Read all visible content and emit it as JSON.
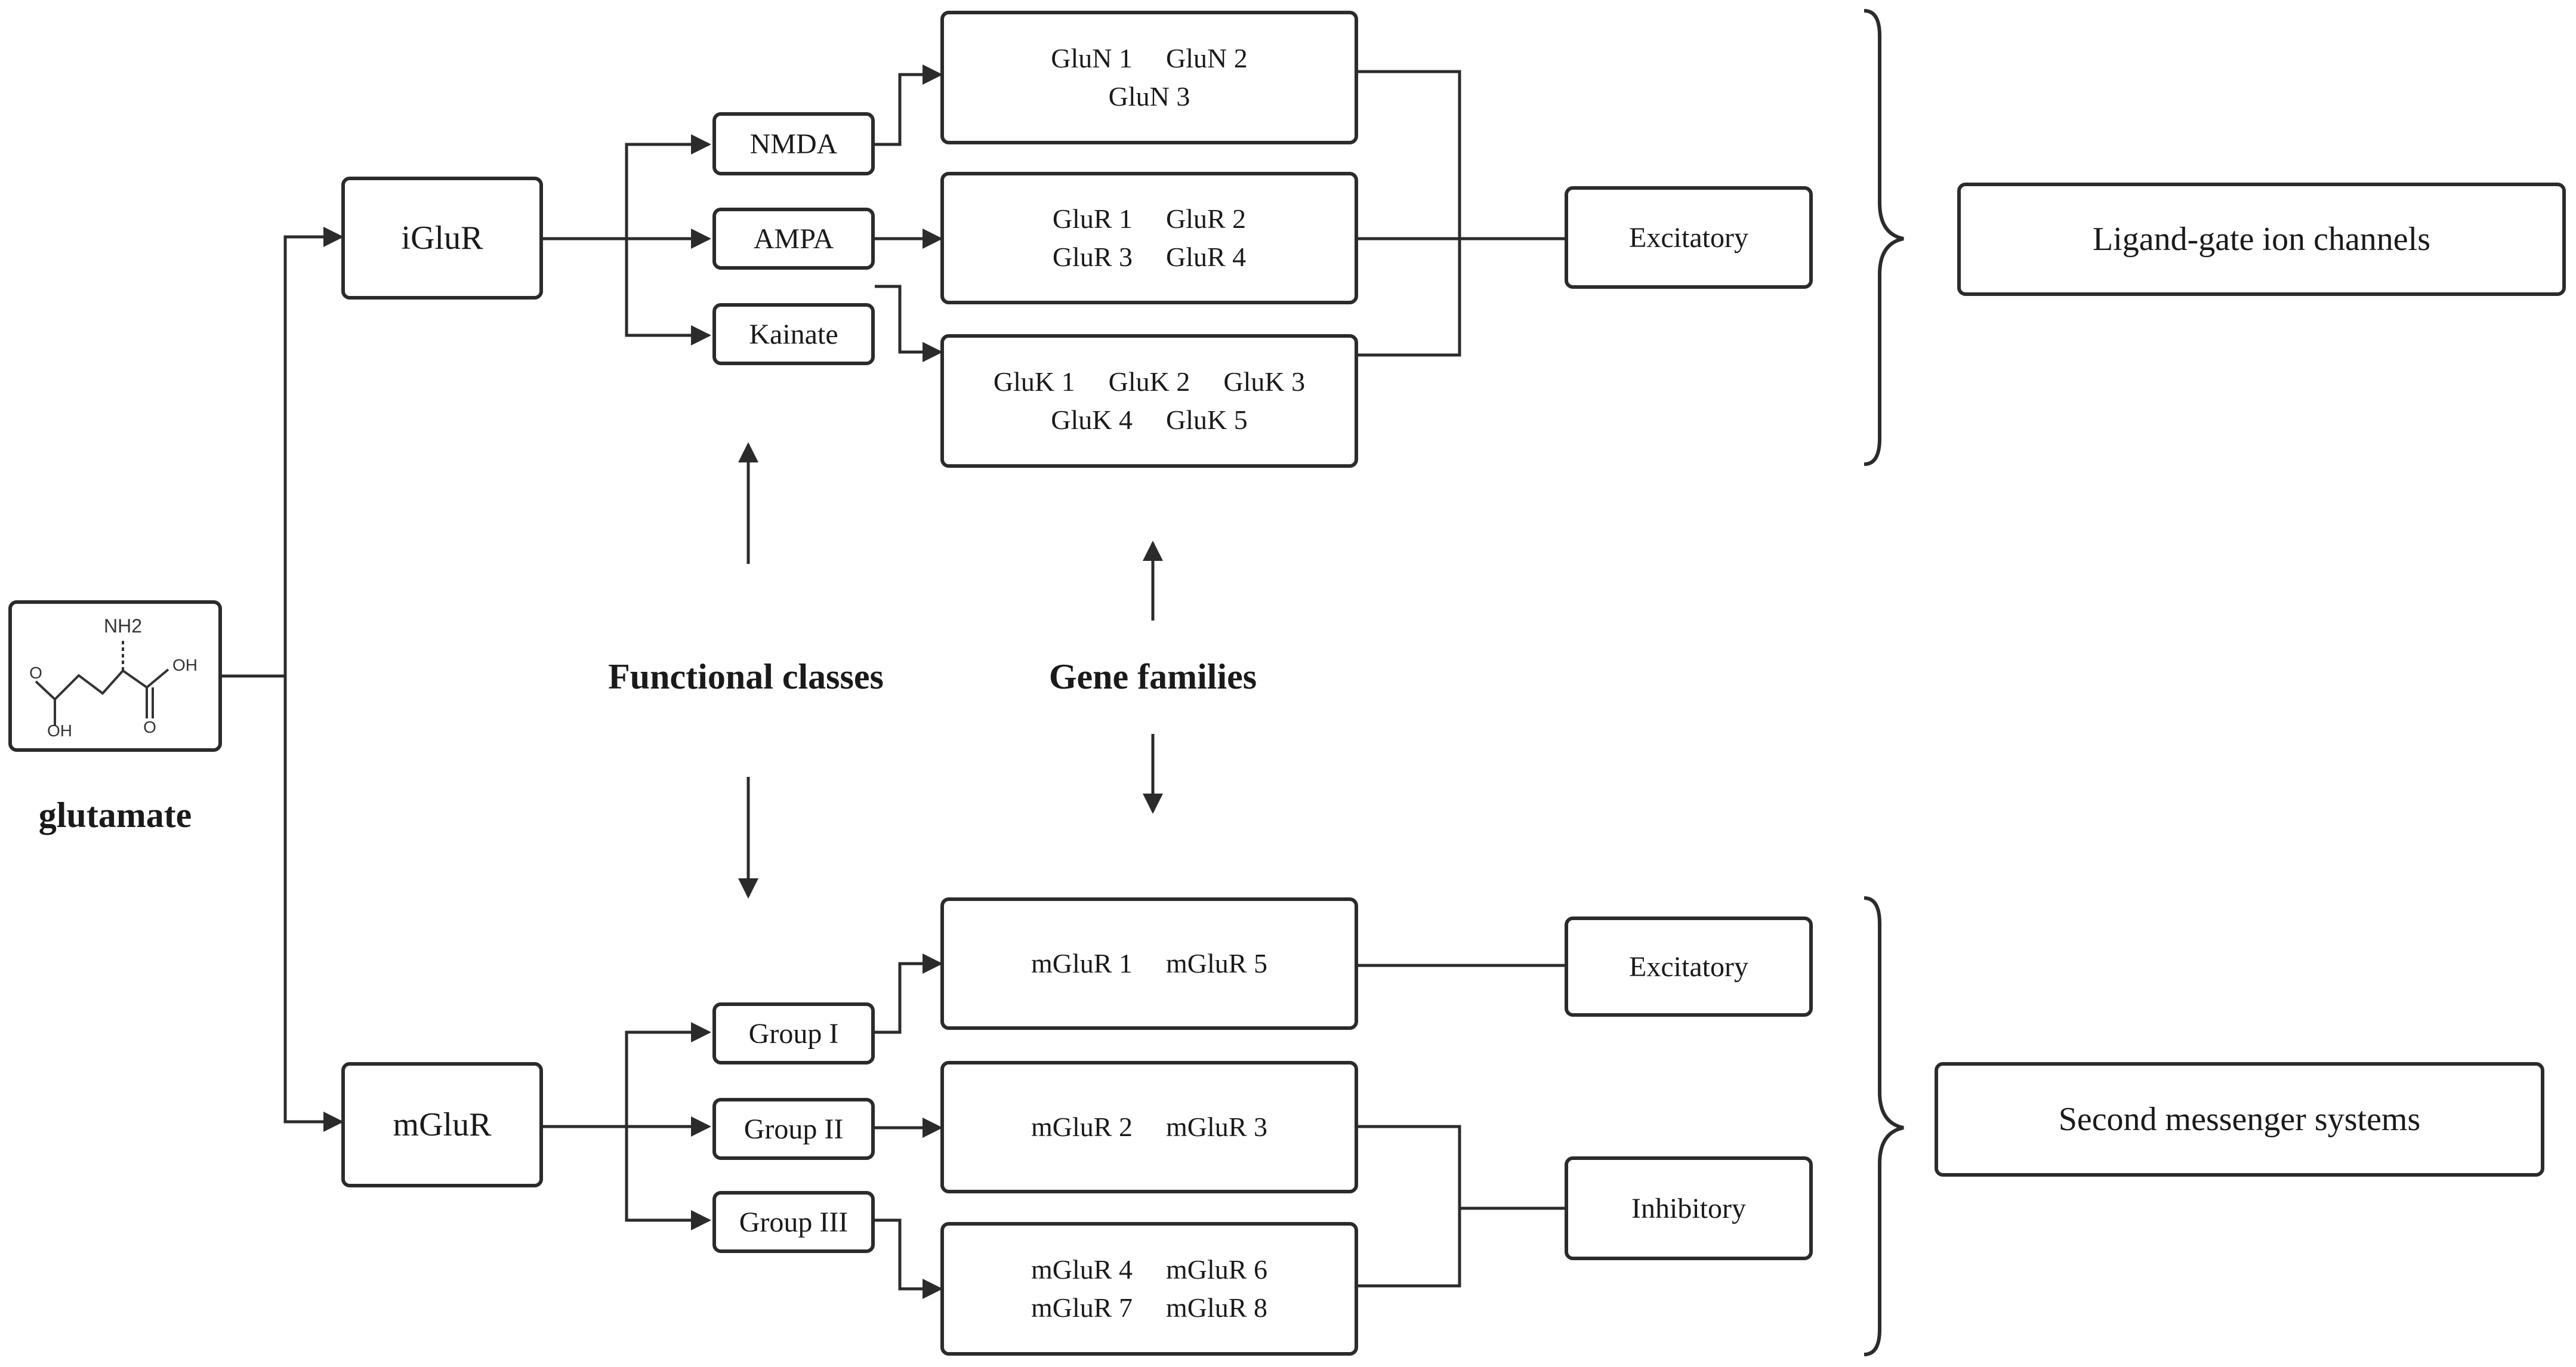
{
  "molecule": {
    "name": "glutamate",
    "atoms": {
      "amine": "NH2",
      "acid_right": "OH",
      "acid_left": "OH",
      "oxo_right": "O",
      "oxo_left": "O"
    }
  },
  "receptors": {
    "ionotropic": "iGluR",
    "metabotropic": "mGluR"
  },
  "functional_classes": {
    "iglur": [
      "NMDA",
      "AMPA",
      "Kainate"
    ],
    "mglur": [
      "Group I",
      "Group II",
      "Group III"
    ]
  },
  "gene_families": {
    "nmda": [
      [
        "GluN 1",
        "GluN 2"
      ],
      [
        "GluN 3"
      ]
    ],
    "ampa": [
      [
        "GluR 1",
        "GluR 2"
      ],
      [
        "GluR 3",
        "GluR 4"
      ]
    ],
    "kainate": [
      [
        "GluK 1",
        "GluK 2",
        "GluK 3"
      ],
      [
        "GluK 4",
        "GluK 5"
      ]
    ],
    "group1": [
      [
        "mGluR 1",
        "mGluR 5"
      ]
    ],
    "group2": [
      [
        "mGluR 2",
        "mGluR 3"
      ]
    ],
    "group3": [
      [
        "mGluR 4",
        "mGluR 6"
      ],
      [
        "mGluR 7",
        "mGluR 8"
      ]
    ]
  },
  "effects": {
    "iglur_excitatory": "Excitatory",
    "mglur_excitatory": "Excitatory",
    "mglur_inhibitory": "Inhibitory"
  },
  "systems": {
    "top": "Ligand-gate ion channels",
    "bottom": "Second messenger systems"
  },
  "annotations": {
    "functional_classes": "Functional classes",
    "gene_families": "Gene families"
  }
}
